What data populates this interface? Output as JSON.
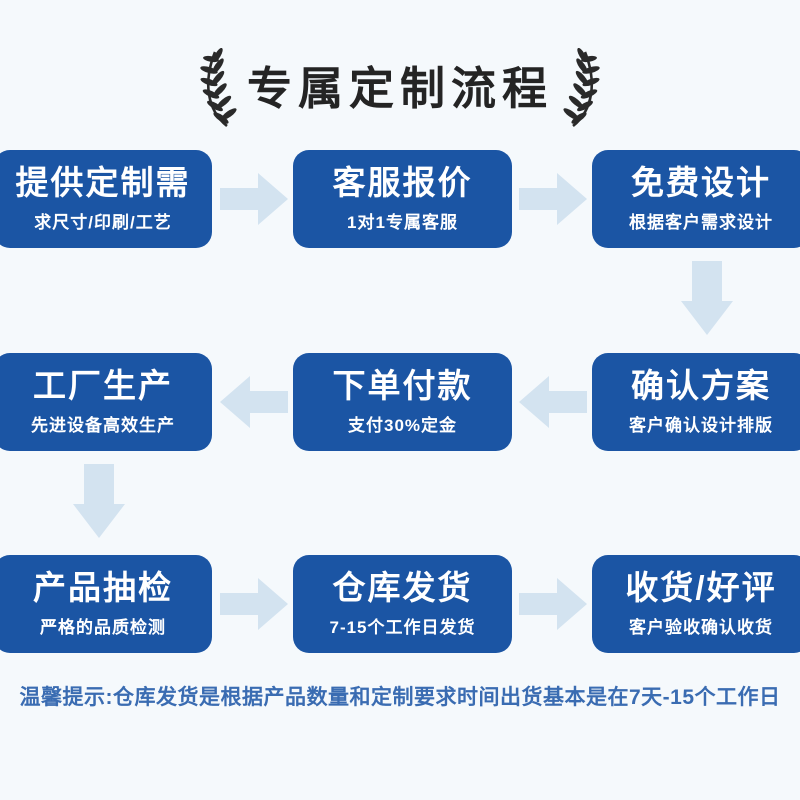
{
  "page": {
    "title": "专属定制流程",
    "note": "温馨提示:仓库发货是根据产品数量和定制要求时间出货基本是在7天-15个工作日"
  },
  "colors": {
    "background": "#f5f9fc",
    "box_blue": "#1b55a4",
    "arrow_light_blue": "#d3e3f0",
    "title_black": "#242424",
    "note_blue": "#3a6cb2",
    "box_text_white": "#ffffff",
    "laurel_dark": "#2a2a2a"
  },
  "icons": {
    "laurel_left": "laurel-branch-left",
    "laurel_right": "laurel-branch-right",
    "arrow_right": "arrow-right",
    "arrow_left": "arrow-left",
    "arrow_down": "arrow-down"
  },
  "steps": [
    {
      "title": "提供定制需",
      "subtitle": "求尺寸/印刷/工艺"
    },
    {
      "title": "客服报价",
      "subtitle": "1对1专属客服"
    },
    {
      "title": "免费设计",
      "subtitle": "根据客户需求设计"
    },
    {
      "title": "确认方案",
      "subtitle": "客户确认设计排版"
    },
    {
      "title": "下单付款",
      "subtitle": "支付30%定金"
    },
    {
      "title": "工厂生产",
      "subtitle": "先进设备高效生产"
    },
    {
      "title": "产品抽检",
      "subtitle": "严格的品质检测"
    },
    {
      "title": "仓库发货",
      "subtitle": "7-15个工作日发货"
    },
    {
      "title": "收货/好评",
      "subtitle": "客户验收确认收货"
    }
  ]
}
